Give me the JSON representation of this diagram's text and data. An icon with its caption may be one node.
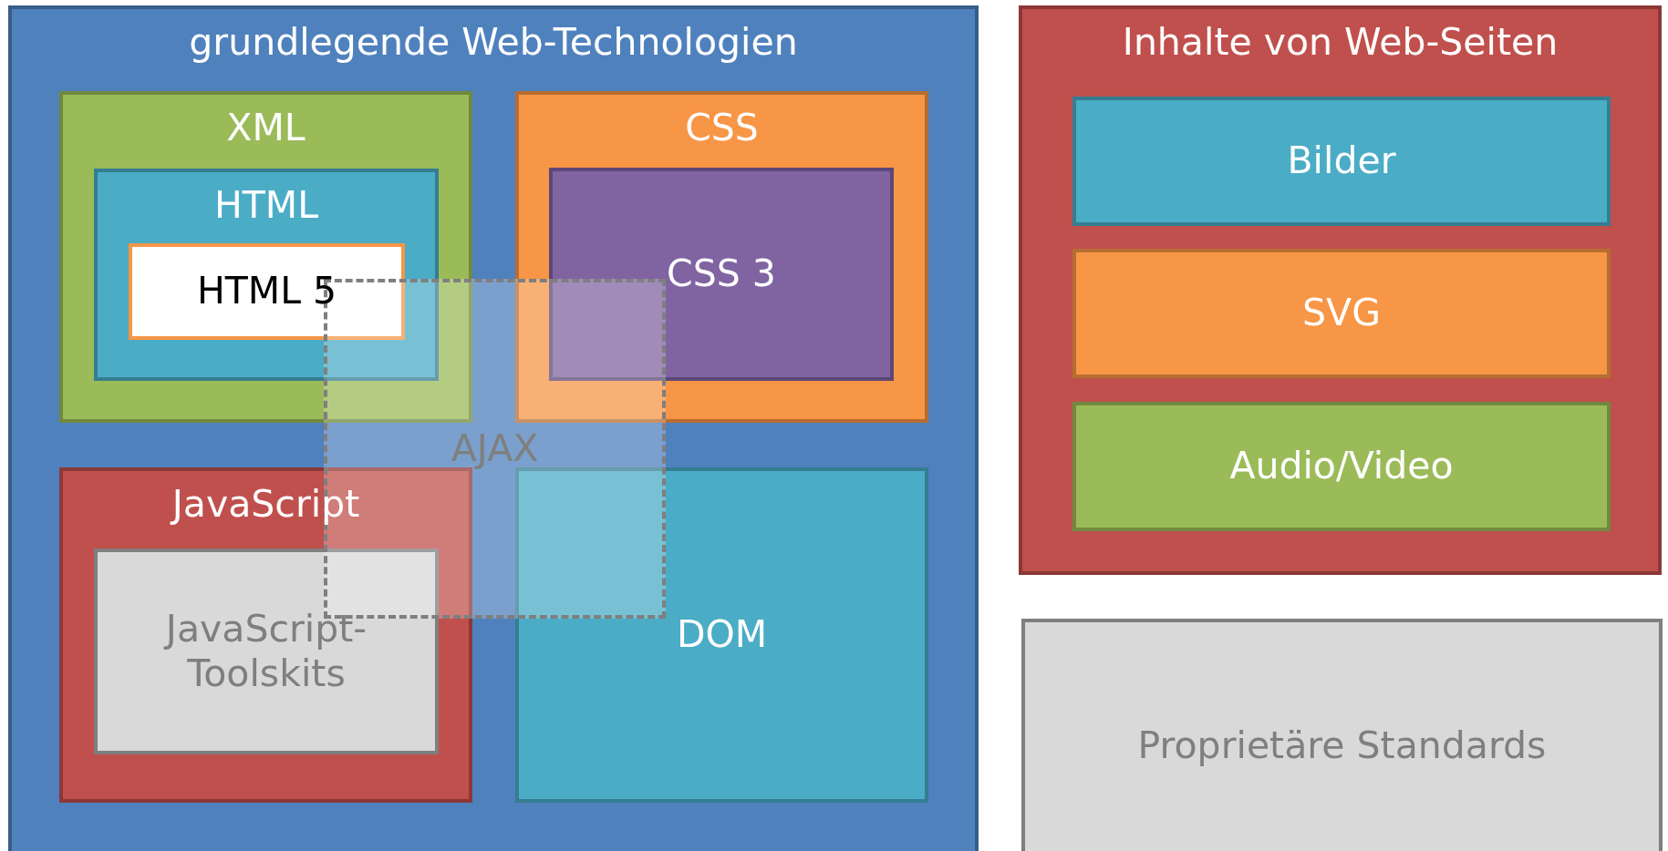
{
  "diagram": {
    "nodes": [
      {
        "text": [
          "grundlegende Web-Technologien"
        ]
      },
      {
        "text": [
          "XML"
        ],
        "in": 0
      },
      {
        "text": [
          "HTML"
        ],
        "in": 1
      },
      {
        "text": [
          "HTML 5"
        ],
        "in": 2
      },
      {
        "text": [
          "CSS"
        ],
        "in": 0
      },
      {
        "text": [
          "CSS 3"
        ],
        "in": 4
      },
      {
        "text": [
          "JavaScript"
        ],
        "in": 0
      },
      {
        "text": [
          "JavaScript-Toolskits"
        ],
        "in": 6
      },
      {
        "text": [
          "DOM"
        ],
        "in": 0
      },
      {
        "text": [
          "AJAX"
        ],
        "in": 0
      },
      {
        "text": [
          "Inhalte von Web-Seiten"
        ]
      },
      {
        "text": [
          "Bilder"
        ],
        "in": 10
      },
      {
        "text": [
          "SVG"
        ],
        "in": 10
      },
      {
        "text": [
          "Audio/Video"
        ],
        "in": 10
      },
      {
        "text": [
          "Proprietäre Standards"
        ]
      }
    ],
    "edges": []
  }
}
